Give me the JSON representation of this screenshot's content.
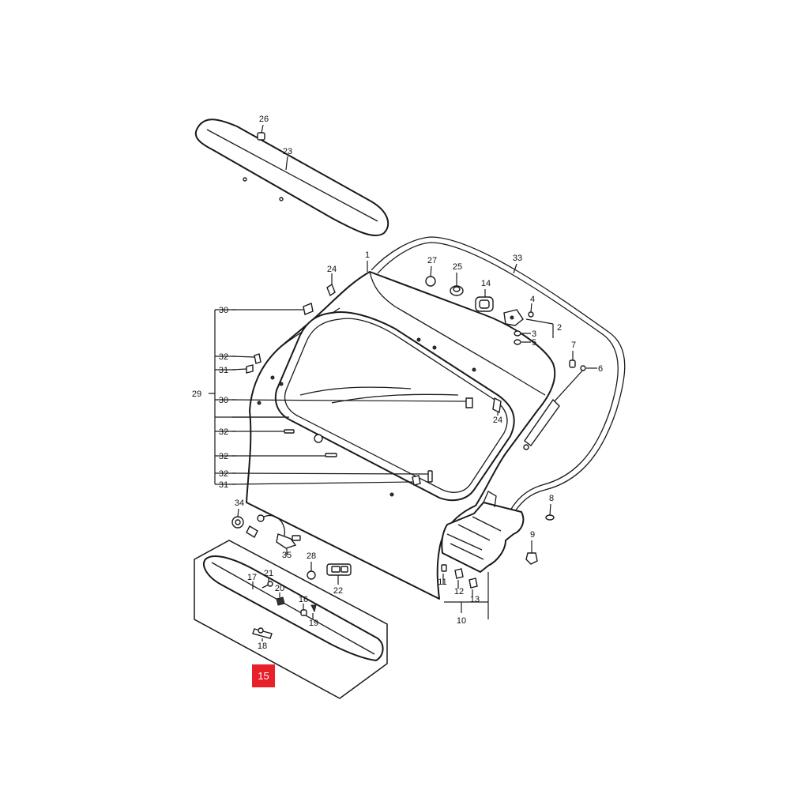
{
  "accent_color": "#e8202a",
  "highlighted_part": "15",
  "callouts": {
    "c1": "1",
    "c2": "2",
    "c3": "3",
    "c4": "4",
    "c5": "5",
    "c6": "6",
    "c7": "7",
    "c8": "8",
    "c9": "9",
    "c10": "10",
    "c11": "11",
    "c12": "12",
    "c13": "13",
    "c14": "14",
    "c15": "15",
    "c16": "16",
    "c17": "17",
    "c18": "18",
    "c19": "19",
    "c20": "20",
    "c21": "21",
    "c22": "22",
    "c23": "23",
    "c24": "24",
    "c25": "25",
    "c26": "26",
    "c27": "27",
    "c28": "28",
    "c29": "29",
    "c30": "30",
    "c31": "31",
    "c32": "32",
    "c33": "33",
    "c34": "34",
    "c35": "35"
  }
}
